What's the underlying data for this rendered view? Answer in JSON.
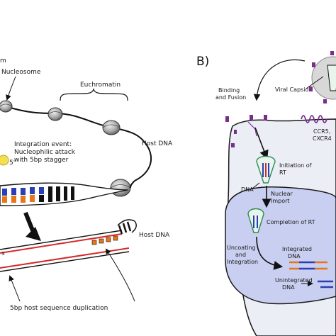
{
  "panel_b_letter": "B)",
  "left": {
    "frag_top": "m",
    "nucleosome": "Nucleosome",
    "euchromatin": "Euchromatin",
    "host_dna_top": "Host DNA",
    "integration_line1": "Integration event:",
    "integration_line2": "Nucleophilic attack",
    "integration_line3": "with 5bp stagger",
    "five_prime": "5'",
    "frag_s": "s",
    "host_dna_bottom": "Host DNA",
    "duplication": "5bp host sequence duplication"
  },
  "right": {
    "binding_line1": "Binding",
    "binding_line2": "and Fusion",
    "viral_capsid": "Viral Capsid",
    "ccr5": "CCR5,",
    "cxcr4": "CXCR4",
    "initiation_line1": "Initiation of",
    "initiation_line2": "RT",
    "dna": "DNA",
    "nuclear_line1": "Nuclear",
    "nuclear_line2": "Import",
    "completion": "Completion of RT",
    "uncoating_line1": "Uncoating",
    "uncoating_line2": "and",
    "uncoating_line3": "Integration",
    "integrated_line1": "Integrated",
    "integrated_line2": "DNA",
    "unintegrated_line1": "Unintegrated",
    "unintegrated_line2": "DNA"
  },
  "colors": {
    "orange": "#e8751a",
    "blue": "#2a3fb5",
    "red": "#d42a2a",
    "cell": "#eceef6",
    "nucleus": "#c9cff0",
    "purple": "#7b2d8e"
  }
}
